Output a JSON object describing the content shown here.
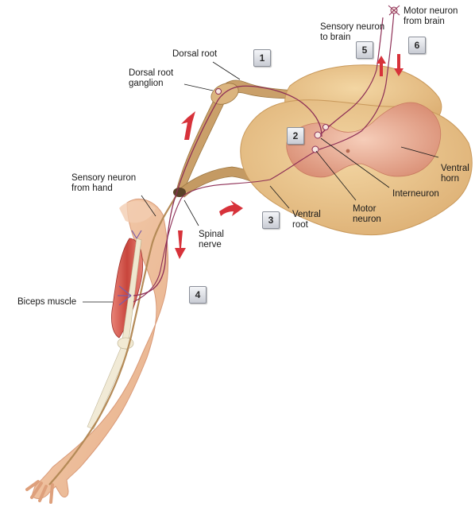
{
  "labels": {
    "dorsal_root": "Dorsal root",
    "dorsal_root_ganglion": "Dorsal root\nganglion",
    "sensory_neuron_brain": "Sensory neuron\nto brain",
    "motor_neuron_brain": "Motor neuron\nfrom brain",
    "sensory_neuron_hand": "Sensory neuron\nfrom hand",
    "ventral_horn": "Ventral\nhorn",
    "interneuron": "Interneuron",
    "motor_neuron": "Motor\nneuron",
    "ventral_root": "Ventral\nroot",
    "spinal_nerve": "Spinal\nnerve",
    "biceps_muscle": "Biceps muscle"
  },
  "steps": [
    "1",
    "2",
    "3",
    "4",
    "5",
    "6"
  ],
  "colors": {
    "cord": "#e9c48c",
    "cord_edge": "#c9995b",
    "grey_matter": "#e8a58f",
    "nerve": "#c49a63",
    "skin": "#f1c7a6",
    "muscle": "#c8453c",
    "arrow": "#d7323a",
    "sensory_line": "#8e2f56",
    "motor_line": "#4a3826"
  }
}
